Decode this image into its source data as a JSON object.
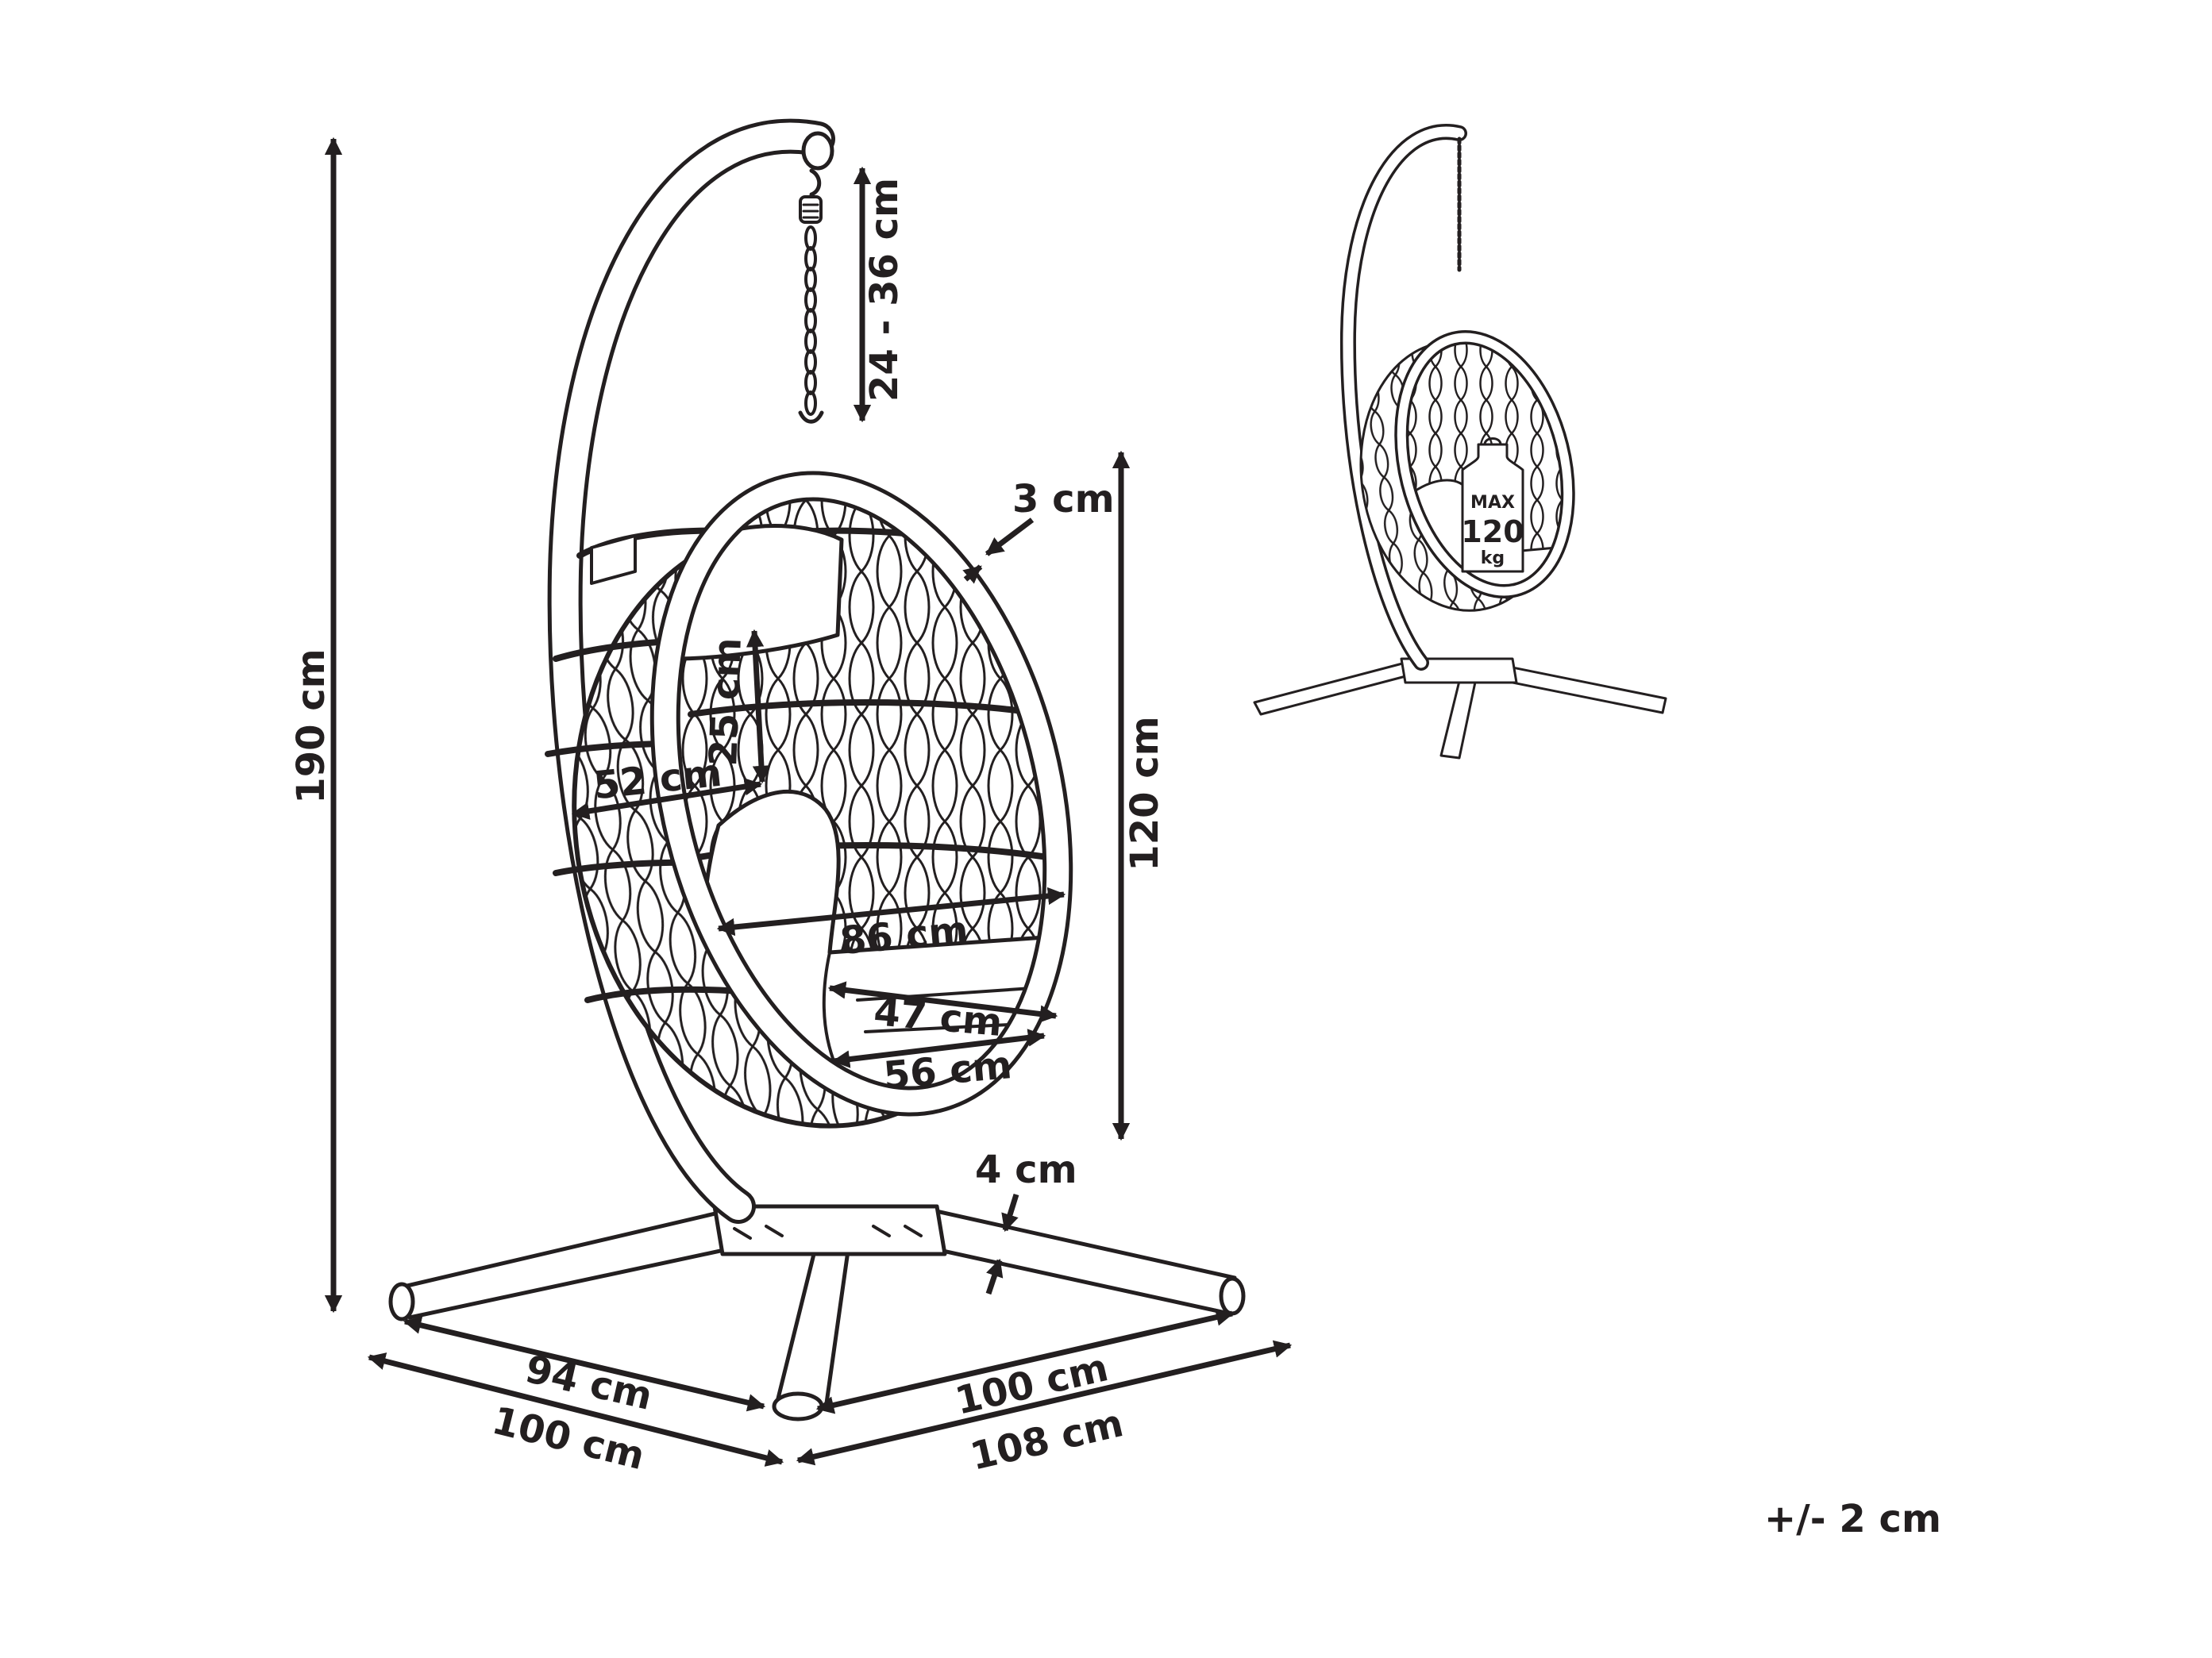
{
  "colors": {
    "line": "#231f20",
    "background": "#ffffff"
  },
  "main_view": {
    "labels": {
      "total_height": "190 cm",
      "chain_length": "24 - 36 cm",
      "frame_tube": "3 cm",
      "egg_height": "120 cm",
      "back_height": "25 cm",
      "inner_width": "52 cm",
      "egg_width": "86 cm",
      "seat_depth": "47 cm",
      "seat_width": "56 cm",
      "stand_tube": "4 cm",
      "base_left_inner": "94 cm",
      "base_left_outer": "100 cm",
      "base_right_inner": "100 cm",
      "base_right_outer": "108 cm"
    }
  },
  "thumbnail": {
    "badge_max": "MAX",
    "badge_value": "120",
    "badge_unit": "kg"
  },
  "tolerance": "+/- 2 cm"
}
